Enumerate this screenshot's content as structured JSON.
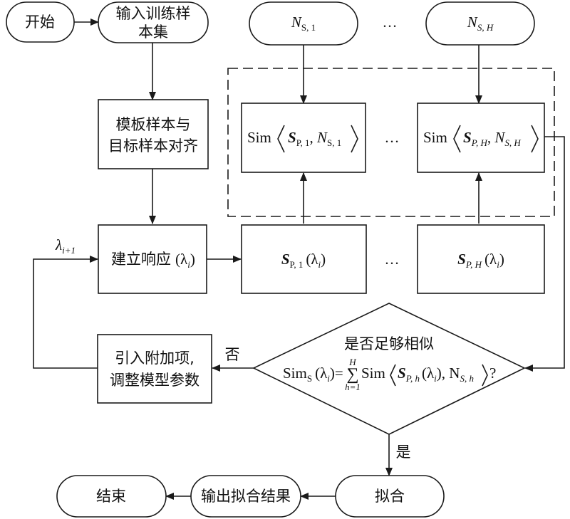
{
  "nodes": {
    "start": "开始",
    "input_line1": "输入训练样",
    "input_line2": "本集",
    "ns1_base": "N",
    "ns1_sub": "S, 1",
    "nsh_base": "N",
    "nsh_sub": "S, H",
    "ellipsis": "…",
    "align_line1": "模板样本与",
    "align_line2": "目标样本对齐",
    "sim_label": "Sim",
    "s_base": "S",
    "sp1_sub": "P, 1",
    "sph_sub": "P, H",
    "response_label": "建立响应",
    "lambda_arg": "(λ",
    "lambda_i_sub": "i",
    "close_paren": ")",
    "lambda_next_base": "λ",
    "lambda_next_sub": "i+1",
    "adjust_line1": "引入附加项,",
    "adjust_line2": "调整模型参数",
    "decision_question": "是否足够相似",
    "decision_sims_sub": "S",
    "sum_upper": "H",
    "sum_lower": "h=1",
    "sph_h_sub": "P, h",
    "nsh_h_sub": "S, h",
    "question_mark": "?",
    "no_label": "否",
    "yes_label": "是",
    "fit": "拟合",
    "output": "输出拟合结果",
    "end": "结束"
  }
}
